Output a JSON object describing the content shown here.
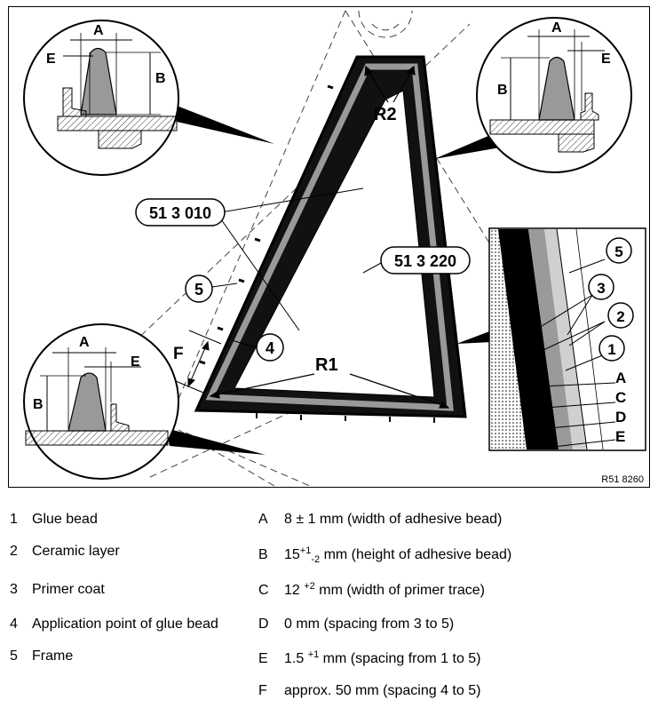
{
  "figure": {
    "ref_code": "R51 8260",
    "callouts": {
      "part_51_3_010": "51 3 010",
      "part_51_3_220": "51 3 220",
      "radius_1": "R1",
      "radius_2": "R2",
      "frame_num": "5",
      "point_num": "4",
      "spacing_f": "F"
    },
    "detail_letters": {
      "a": "A",
      "b": "B",
      "e": "E"
    },
    "section_detail": {
      "nums": [
        "5",
        "3",
        "2",
        "1"
      ],
      "letters": [
        "A",
        "C",
        "D",
        "E"
      ]
    }
  },
  "legend": {
    "items": [
      {
        "num": "1",
        "text": "Glue bead"
      },
      {
        "num": "2",
        "text": "Ceramic layer"
      },
      {
        "num": "3",
        "text": "Primer coat"
      },
      {
        "num": "4",
        "text": "Application point of glue bead"
      },
      {
        "num": "5",
        "text": "Frame"
      }
    ],
    "dims": [
      {
        "letter": "A",
        "text": "8 ± 1 mm (width of adhesive bead)"
      },
      {
        "letter": "B",
        "pre": "15",
        "sup": "+1",
        "sub": "-2",
        "post": " mm (height of adhesive bead)"
      },
      {
        "letter": "C",
        "pre": "12 ",
        "sup": "+2",
        "post": " mm (width of primer trace)"
      },
      {
        "letter": "D",
        "text": "0 mm (spacing from 3 to 5)"
      },
      {
        "letter": "E",
        "pre": "1.5 ",
        "sup": "+1",
        "post": " mm (spacing from 1 to 5)"
      },
      {
        "letter": "F",
        "text": "approx. 50 mm (spacing 4 to 5)"
      }
    ]
  }
}
